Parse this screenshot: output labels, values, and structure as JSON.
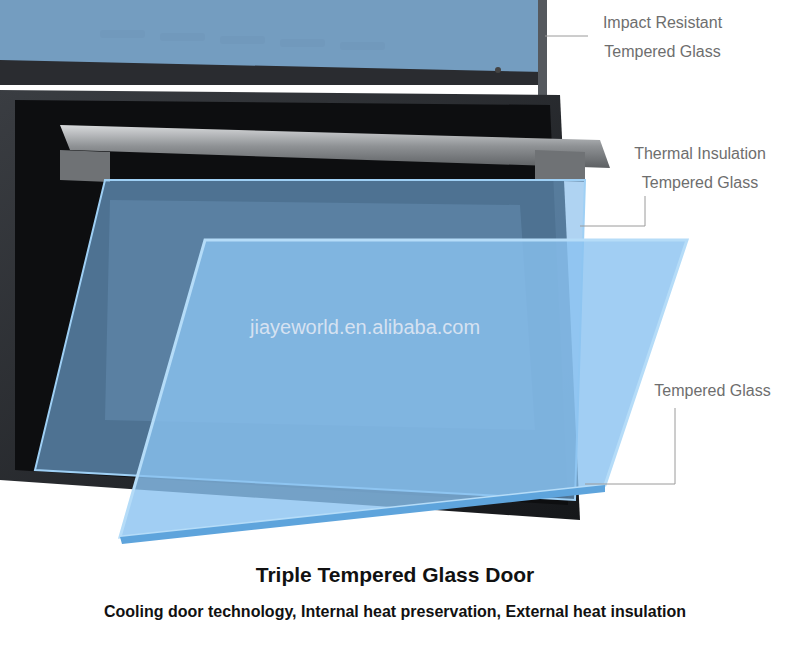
{
  "diagram": {
    "title": "Triple Tempered Glass Door",
    "caption": "Cooling door technology, Internal heat preservation, External heat insulation",
    "labels": [
      "Impact Resistant Tempered Glass",
      "Thermal Insulation Tempered Glass",
      "Tempered Glass",
      "jiayeworld.en.alibaba.com"
    ]
  }
}
